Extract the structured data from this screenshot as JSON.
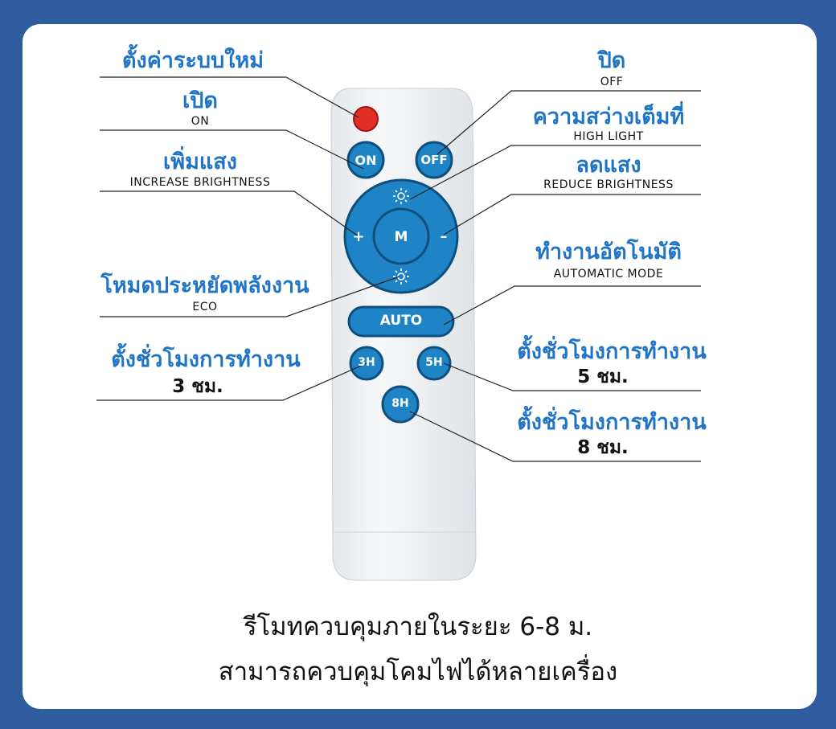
{
  "labels": {
    "reset_th": "ตั้งค่าระบบใหม่",
    "on_th": "เปิด",
    "on_en": "ON",
    "increase_th": "เพิ่มแสง",
    "increase_en": "INCREASE BRIGHTNESS",
    "eco_th": "โหมดประหยัดพลังงาน",
    "eco_en": "ECO",
    "timer3_th": "ตั้งชั่วโมงการทำงาน",
    "timer3_hr": "3 ชม.",
    "off_th": "ปิด",
    "off_en": "OFF",
    "high_th": "ความสว่างเต็มที่",
    "high_en": "HIGH LIGHT",
    "reduce_th": "ลดแสง",
    "reduce_en": "REDUCE BRIGHTNESS",
    "auto_th": "ทำงานอัตโนมัติ",
    "auto_en": "AUTOMATIC MODE",
    "timer5_th": "ตั้งชั่วโมงการทำงาน",
    "timer5_hr": "5 ชม.",
    "timer8_th": "ตั้งชั่วโมงการทำงาน",
    "timer8_hr": "8 ชม."
  },
  "remote": {
    "on": "ON",
    "off": "OFF",
    "mode": "M",
    "plus": "+",
    "minus": "–",
    "auto": "AUTO",
    "h3": "3H",
    "h5": "5H",
    "h8": "8H"
  },
  "caption": {
    "line1": "รีโมทควบคุมภายในระยะ 6-8 ม.",
    "line2": "สามารถควบคุมโคมไฟได้หลายเครื่อง"
  },
  "colors": {
    "frame": "#2e5c9f",
    "thai_text": "#1f74c6",
    "button": "#1e84c6",
    "reset_button": "#e32e27"
  }
}
